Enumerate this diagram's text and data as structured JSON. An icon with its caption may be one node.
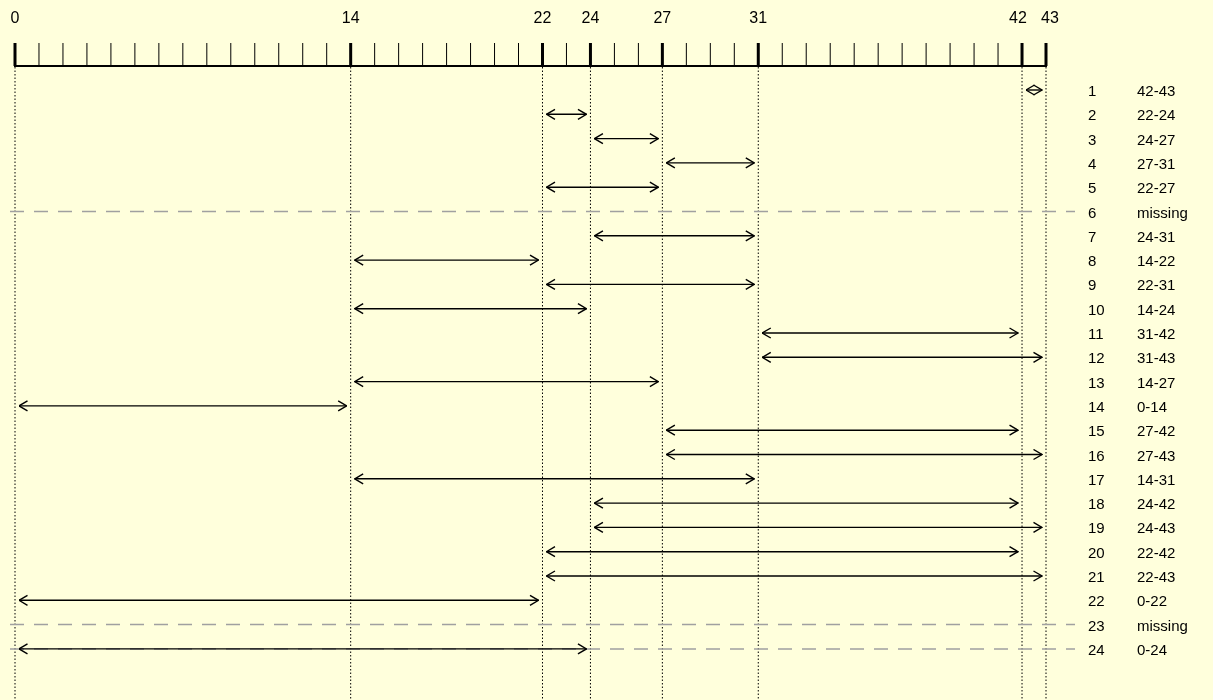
{
  "diagram": {
    "labels": [
      "0",
      "14",
      "22",
      "24",
      "27",
      "31",
      "42",
      "43",
      "1",
      "42-43",
      "2",
      "22-24",
      "3",
      "24-27",
      "4",
      "27-31",
      "5",
      "22-27",
      "6",
      "missing",
      "7",
      "24-31",
      "8",
      "14-22",
      "9",
      "22-31",
      "10",
      "14-24",
      "11",
      "31-42",
      "12",
      "31-43",
      "13",
      "14-27",
      "14",
      "0-14",
      "15",
      "27-42",
      "16",
      "27-43",
      "17",
      "14-31",
      "18",
      "24-42",
      "19",
      "24-43",
      "20",
      "22-42",
      "21",
      "22-43",
      "22",
      "0-22",
      "23",
      "missing",
      "24",
      "0-24"
    ]
  }
}
